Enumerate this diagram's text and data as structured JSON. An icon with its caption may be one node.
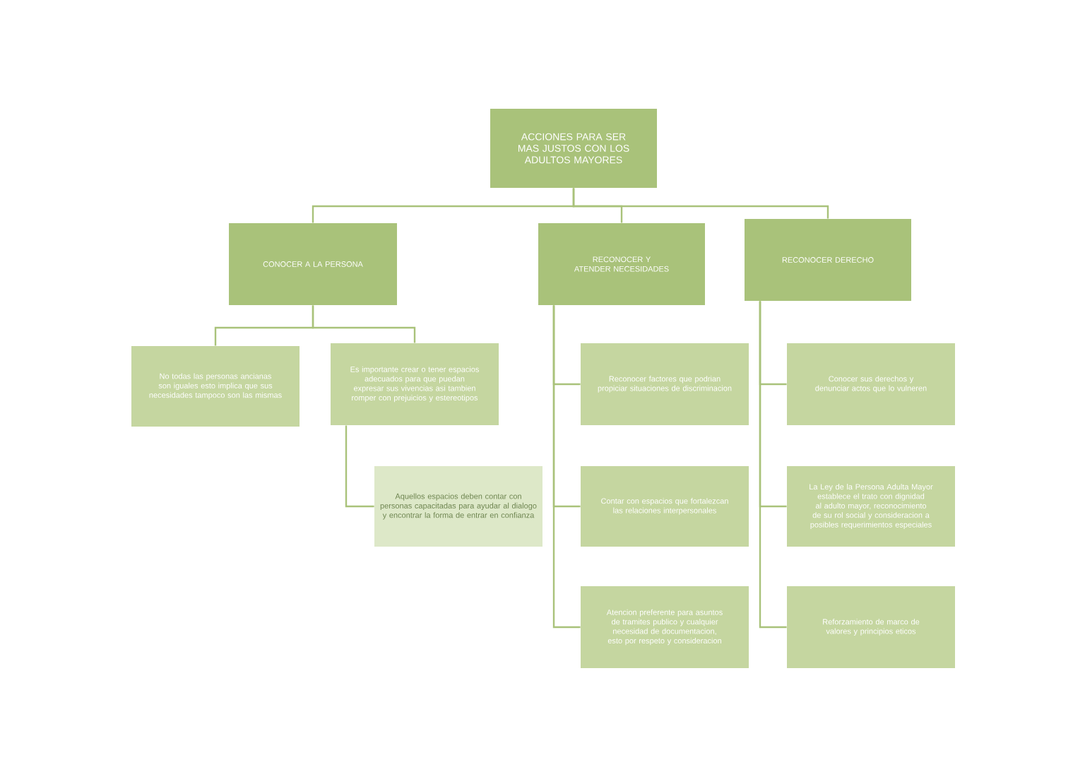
{
  "diagram": {
    "nodes": [
      {
        "text": [
          "ACCIONES PARA SER MAS JUSTOS CON LOS ADULTOS MAYORES"
        ]
      },
      {
        "text": [
          "CONOCER A LA PERSONA"
        ]
      },
      {
        "text": [
          "RECONOCER Y ATENDER NECESIDADES"
        ]
      },
      {
        "text": [
          "RECONOCER DERECHO"
        ]
      },
      {
        "text": [
          "No todas las personas ancianas son iguales esto implica que sus necesidades tampoco son las mismas"
        ]
      },
      {
        "text": [
          "Es importante crear o tener espacios adecuados para que puedan expresar sus vivencias asi tambien romper con prejuicios y estereotipos"
        ]
      },
      {
        "text": [
          "Aquellos espacios deben contar con personas capacitadas para ayudar al dialogo y encontrar la forma de entrar en confianza"
        ]
      },
      {
        "text": [
          "Reconocer factores que podrian propiciar situaciones de discriminacion"
        ]
      },
      {
        "text": [
          "Contar con espacios que fortalezcan las relaciones interpersonales"
        ]
      },
      {
        "text": [
          "Atencion preferente para asuntos de tramites publico y cualquier necesidad de documentacion, esto por respeto y consideracion"
        ]
      },
      {
        "text": [
          "Conocer sus derechos y denunciar actos que lo vulneren"
        ]
      },
      {
        "text": [
          "La Ley de la Persona Adulta Mayor establece el trato con dignidad al adulto mayor, reconocimiento de su rol social y consideracion a posibles requerimientos especiales"
        ]
      },
      {
        "text": [
          "Reforzamiento de marco de valores y principios eticos"
        ]
      }
    ],
    "edges": [
      {
        "from": 0,
        "to": 1,
        "arrow": "none"
      },
      {
        "from": 0,
        "to": 2,
        "arrow": "none"
      },
      {
        "from": 0,
        "to": 3,
        "arrow": "none"
      },
      {
        "from": 1,
        "to": 4,
        "arrow": "none"
      },
      {
        "from": 1,
        "to": 5,
        "arrow": "none"
      },
      {
        "from": 5,
        "to": 6,
        "arrow": "none"
      },
      {
        "from": 2,
        "to": 7,
        "arrow": "none"
      },
      {
        "from": 2,
        "to": 8,
        "arrow": "none"
      },
      {
        "from": 2,
        "to": 9,
        "arrow": "none"
      },
      {
        "from": 3,
        "to": 10,
        "arrow": "none"
      },
      {
        "from": 3,
        "to": 11,
        "arrow": "none"
      },
      {
        "from": 3,
        "to": 12,
        "arrow": "none"
      }
    ]
  }
}
